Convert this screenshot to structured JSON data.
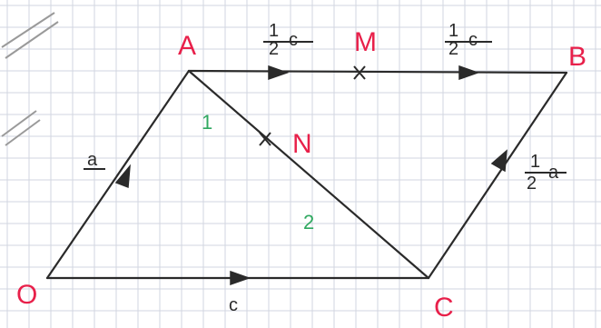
{
  "colors": {
    "paper": "#ffffff",
    "grid": "#d2d6e0",
    "ink": "#2a2a2a",
    "point_label": "#e8204a",
    "ratio_label": "#2fa860"
  },
  "points": {
    "O": "O",
    "A": "A",
    "B": "B",
    "C": "C",
    "M": "M",
    "N": "N"
  },
  "vectors": {
    "OA": "a",
    "OC": "c",
    "AM_num": "1",
    "AM_den": "2",
    "AM_var": "c",
    "MB_num": "1",
    "MB_den": "2",
    "MB_var": "c",
    "CB_num": "1",
    "CB_den": "2",
    "CB_var": "a"
  },
  "ratios": {
    "AN": "1",
    "NC": "2"
  }
}
